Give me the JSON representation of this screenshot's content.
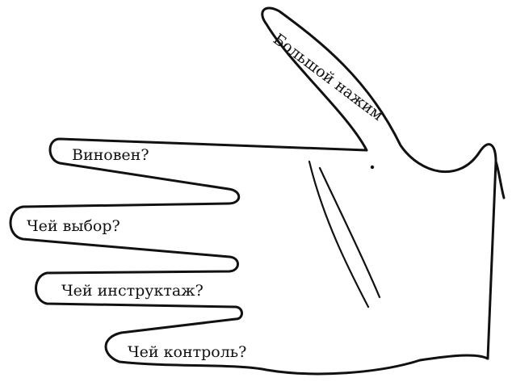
{
  "labels": {
    "thumb": "Большой нажим",
    "index": "Виновен?",
    "middle": "Чей выбор?",
    "ring": "Чей инструктаж?",
    "little": "Чей контроль?"
  },
  "colors": {
    "ink": "#111111",
    "background": "#ffffff"
  }
}
